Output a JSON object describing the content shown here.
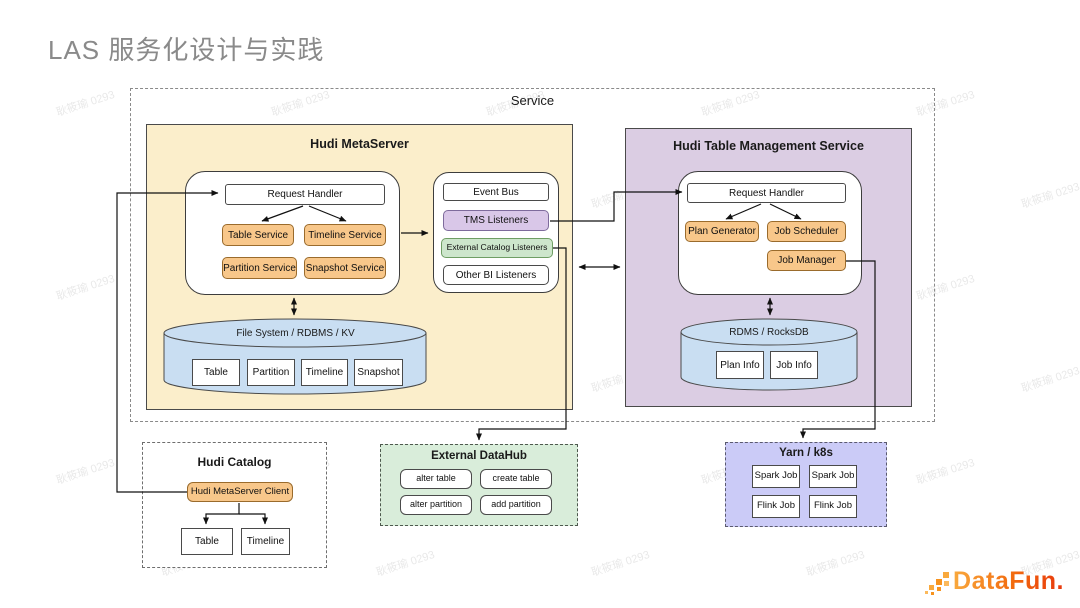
{
  "page": {
    "title": "LAS 服务化设计与实践",
    "watermark": "耿筱瑜 0293"
  },
  "colors": {
    "metaserver_bg": "#FBEECB",
    "tms_bg": "#DBCDE3",
    "cylinder_bg": "#C9DEF2",
    "orange_node": "#F8C78A",
    "purple_node": "#D9C7E8",
    "green_node": "#CDE6CC",
    "datahub_bg": "#D9EDDA",
    "yarn_bg": "#CBCBF7",
    "logo_orange": "#F2690D"
  },
  "diagram": {
    "service": {
      "label": "Service",
      "metaserver": {
        "title": "Hudi MetaServer",
        "request_handler": "Request Handler",
        "services": [
          "Table Service",
          "Timeline Service",
          "Partition Service",
          "Snapshot Service"
        ],
        "storage": {
          "label": "File System / RDBMS / KV",
          "items": [
            "Table",
            "Partition",
            "Timeline",
            "Snapshot"
          ]
        }
      },
      "event_bus": {
        "items": [
          "Event Bus",
          "TMS Listeners",
          "External Catalog Listeners",
          "Other BI Listeners"
        ]
      },
      "tms": {
        "title": "Hudi Table Management Service",
        "request_handler": "Request Handler",
        "plan_generator": "Plan Generator",
        "job_scheduler": "Job Scheduler",
        "job_manager": "Job Manager",
        "storage": {
          "label": "RDMS / RocksDB",
          "items": [
            "Plan Info",
            "Job Info"
          ]
        }
      }
    },
    "hudi_catalog": {
      "title": "Hudi Catalog",
      "client": "Hudi MetaServer Client",
      "items": [
        "Table",
        "Timeline"
      ]
    },
    "external_datahub": {
      "title": "External DataHub",
      "items": [
        "alter table",
        "create table",
        "alter partition",
        "add partition"
      ]
    },
    "yarn_k8s": {
      "title": "Yarn / k8s",
      "items": [
        "Spark Job",
        "Spark Job",
        "Flink Job",
        "Flink Job"
      ]
    }
  },
  "footer": {
    "logo": "DataFun."
  }
}
